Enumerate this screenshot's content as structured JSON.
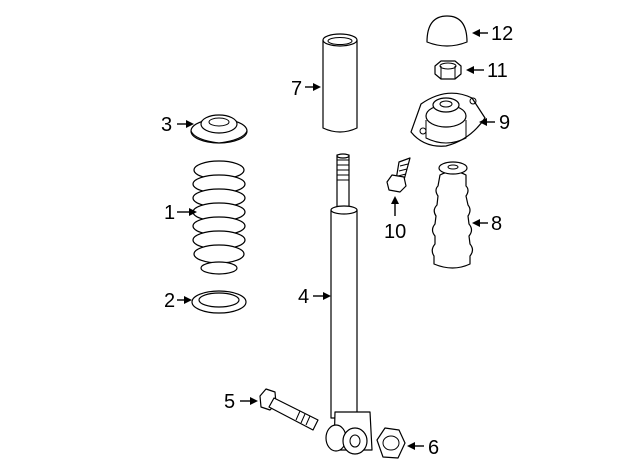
{
  "callouts": [
    {
      "id": "1",
      "text": "1"
    },
    {
      "id": "2",
      "text": "2"
    },
    {
      "id": "3",
      "text": "3"
    },
    {
      "id": "4",
      "text": "4"
    },
    {
      "id": "5",
      "text": "5"
    },
    {
      "id": "6",
      "text": "6"
    },
    {
      "id": "7",
      "text": "7"
    },
    {
      "id": "8",
      "text": "8"
    },
    {
      "id": "9",
      "text": "9"
    },
    {
      "id": "10",
      "text": "10"
    },
    {
      "id": "11",
      "text": "11"
    },
    {
      "id": "12",
      "text": "12"
    }
  ],
  "colors": {
    "line": "#000000",
    "fill": "#ffffff"
  }
}
